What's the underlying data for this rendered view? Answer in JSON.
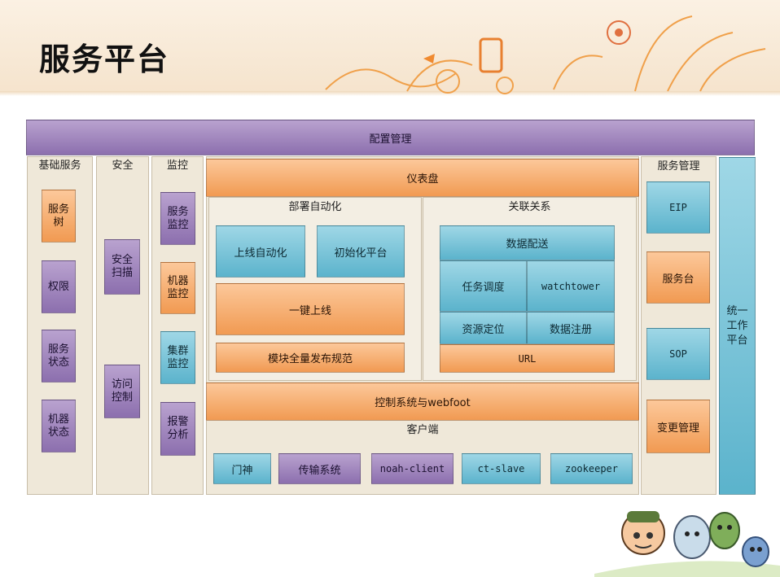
{
  "page": {
    "title": "服务平台"
  },
  "config": "配置管理",
  "basic": {
    "title": "基础服务",
    "items": [
      "服务\n树",
      "权限",
      "服务\n状态",
      "机器\n状态"
    ]
  },
  "security": {
    "title": "安全",
    "items": [
      "安全\n扫描",
      "访问\n控制"
    ]
  },
  "monitor": {
    "title": "监控",
    "items": [
      "服务\n监控",
      "机器\n监控",
      "集群\n监控",
      "报警\n分析"
    ]
  },
  "dashboard": "仪表盘",
  "deploy": {
    "title": "部署自动化",
    "online_auto": "上线自动化",
    "init_platform": "初始化平台",
    "one_click": "一键上线",
    "module_spec": "模块全量发布规范"
  },
  "relation": {
    "title": "关联关系",
    "data_dist": "数据配送",
    "task_sched": "任务调度",
    "watchtower": "watchtower",
    "res_locate": "资源定位",
    "data_reg": "数据注册",
    "url": "URL"
  },
  "control": "控制系统与webfoot",
  "client": {
    "title": "客户端",
    "items": [
      "门神",
      "传输系统",
      "noah-client",
      "ct-slave",
      "zookeeper"
    ]
  },
  "service_mgmt": {
    "title": "服务管理",
    "items": [
      "EIP",
      "服务台",
      "SOP",
      "变更管理"
    ]
  },
  "unified": "统一\n工作\n平台"
}
